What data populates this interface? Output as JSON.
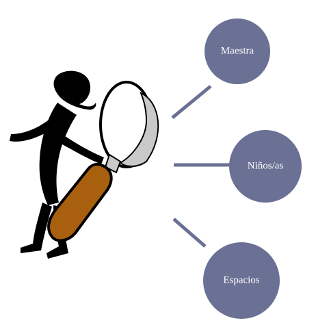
{
  "diagram": {
    "colors": {
      "node_fill": "#6b7194",
      "connector": "#6b7194",
      "label": "#ffffff",
      "figure": "#000000",
      "handle": "#a8600f",
      "lens_rim": "#c9c9c9"
    },
    "nodes": [
      {
        "label": "Maestra"
      },
      {
        "label": "Niños/as"
      },
      {
        "label": "Espacios"
      }
    ],
    "illustration": "person-with-magnifying-glass"
  }
}
